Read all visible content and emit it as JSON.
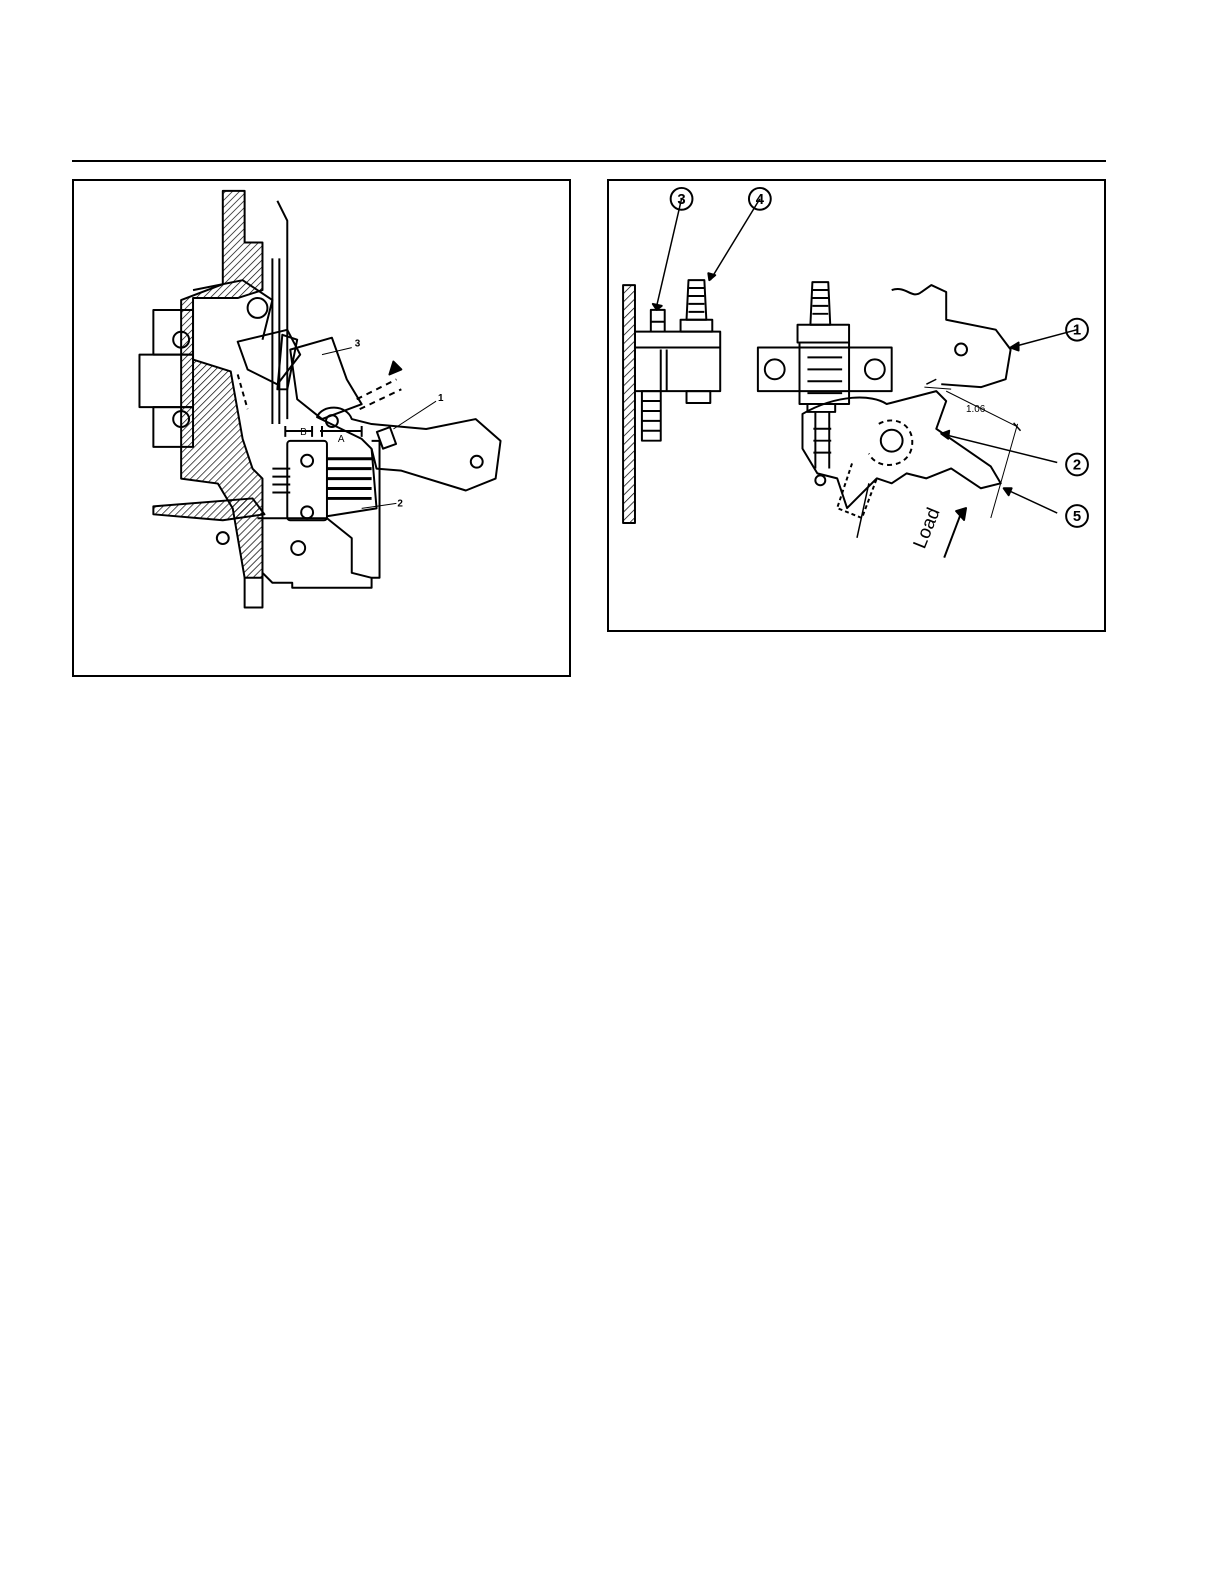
{
  "figures": [
    {
      "callouts": [
        "1",
        "2",
        "3"
      ],
      "dimensions": [
        "A",
        "B"
      ]
    },
    {
      "callouts": [
        "1",
        "2",
        "3",
        "4",
        "5"
      ],
      "dimension_value": "1.06",
      "load_label": "Load"
    }
  ]
}
